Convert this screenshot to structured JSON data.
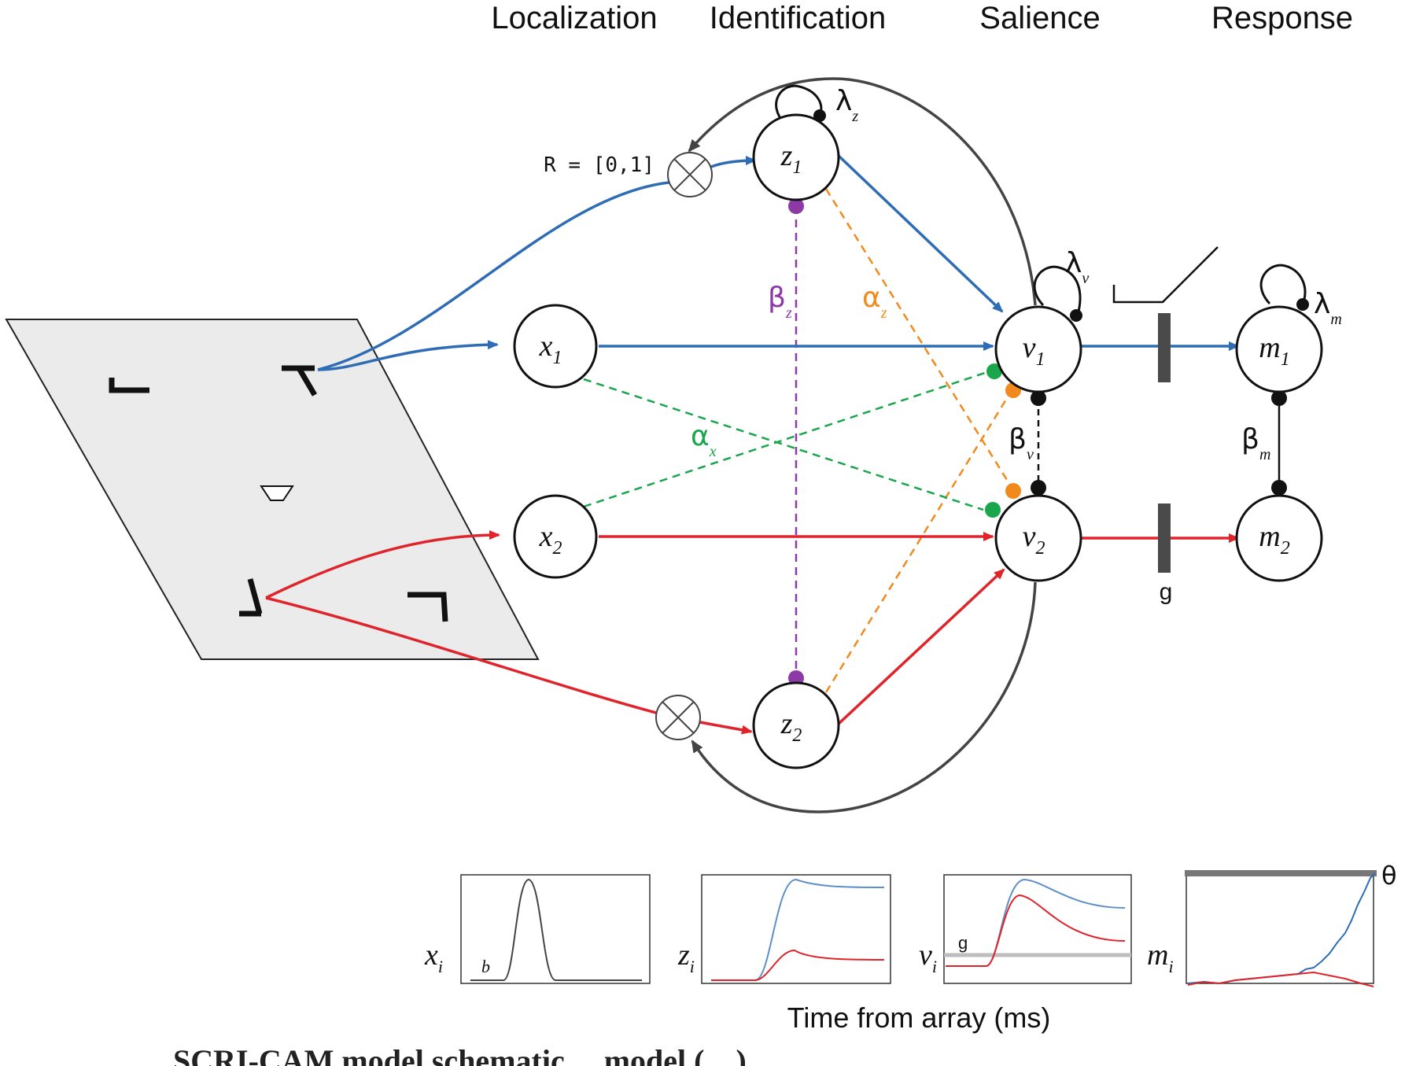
{
  "stages": {
    "localization": "Localization",
    "identification": "Identification",
    "salience": "Salience",
    "response": "Response"
  },
  "nodes": {
    "x1": {
      "main": "x",
      "sub": "1"
    },
    "x2": {
      "main": "x",
      "sub": "2"
    },
    "z1": {
      "main": "z",
      "sub": "1"
    },
    "z2": {
      "main": "z",
      "sub": "2"
    },
    "v1": {
      "main": "v",
      "sub": "1"
    },
    "v2": {
      "main": "v",
      "sub": "2"
    },
    "m1": {
      "main": "m",
      "sub": "1"
    },
    "m2": {
      "main": "m",
      "sub": "2"
    }
  },
  "params": {
    "lambda_z": {
      "sym": "λ",
      "sub": "z"
    },
    "lambda_v": {
      "sym": "λ",
      "sub": "v"
    },
    "lambda_m": {
      "sym": "λ",
      "sub": "m"
    },
    "beta_z": {
      "sym": "β",
      "sub": "z"
    },
    "alpha_z": {
      "sym": "α",
      "sub": "z"
    },
    "alpha_x": {
      "sym": "α",
      "sub": "x"
    },
    "beta_v": {
      "sym": "β",
      "sub": "v"
    },
    "beta_m": {
      "sym": "β",
      "sub": "m"
    }
  },
  "r_label": "R = [0,1]",
  "gate_label": "g",
  "plots": {
    "x": {
      "main": "x",
      "sub": "i",
      "inner": "b"
    },
    "z": {
      "main": "z",
      "sub": "i"
    },
    "v": {
      "main": "v",
      "sub": "i",
      "inner": "g"
    },
    "m": {
      "main": "m",
      "sub": "i",
      "threshold": "θ"
    }
  },
  "xaxis_label": "Time from array (ms)",
  "caption_partial": "... SCRI-CAM model schematic ... model (... ) ... ",
  "colors": {
    "blue": "#2e6db5",
    "red": "#e0242b",
    "green": "#1aa64b",
    "orange": "#f18a1e",
    "purple": "#8e3aa6",
    "dark": "#444444"
  }
}
